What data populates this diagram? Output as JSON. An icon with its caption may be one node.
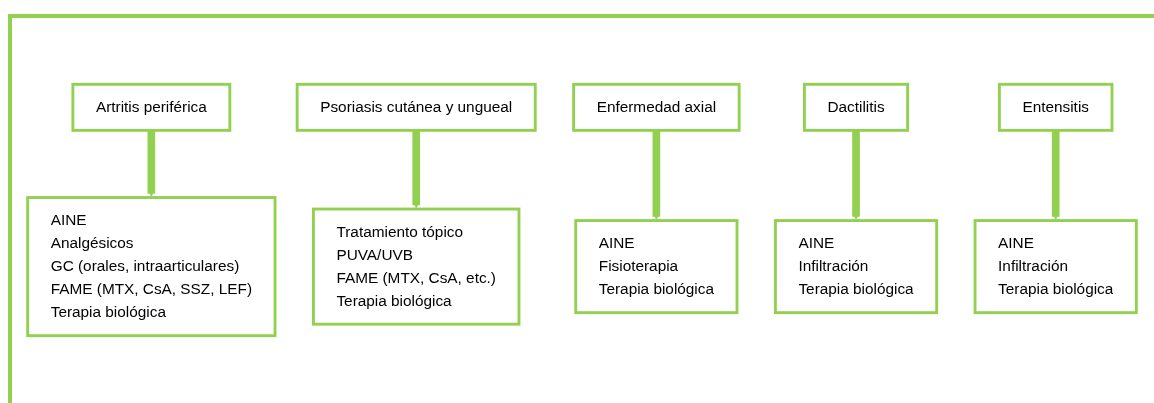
{
  "diagram": {
    "nodes": [
      {
        "text": [
          "Artritis periférica"
        ]
      },
      {
        "text": [
          "Psoriasis cutánea y ungueal"
        ]
      },
      {
        "text": [
          "Enfermedad axial"
        ]
      },
      {
        "text": [
          "Dactilitis"
        ]
      },
      {
        "text": [
          "Entensitis"
        ]
      },
      {
        "text": [
          "AINE",
          "Analgésicos",
          "GC (orales, intraarticulares)",
          "FAME (MTX,  CsA, SSZ, LEF)",
          "Terapia biológica"
        ]
      },
      {
        "text": [
          "Tratamiento tópico",
          "PUVA/UVB",
          "FAME (MTX,  CsA, etc.)",
          "Terapia biológica"
        ]
      },
      {
        "text": [
          "AINE",
          "Fisioterapia",
          "Terapia biológica"
        ]
      },
      {
        "text": [
          "AINE",
          "Infiltración",
          "Terapia biológica"
        ]
      },
      {
        "text": [
          "AINE",
          "Infiltración",
          "Terapia biológica"
        ]
      }
    ],
    "edges": [
      {
        "from": 0,
        "to": 5,
        "arrow": "to"
      },
      {
        "from": 1,
        "to": 6,
        "arrow": "to"
      },
      {
        "from": 2,
        "to": 7,
        "arrow": "to"
      },
      {
        "from": 3,
        "to": 8,
        "arrow": "to"
      },
      {
        "from": 4,
        "to": 9,
        "arrow": "to"
      }
    ]
  }
}
